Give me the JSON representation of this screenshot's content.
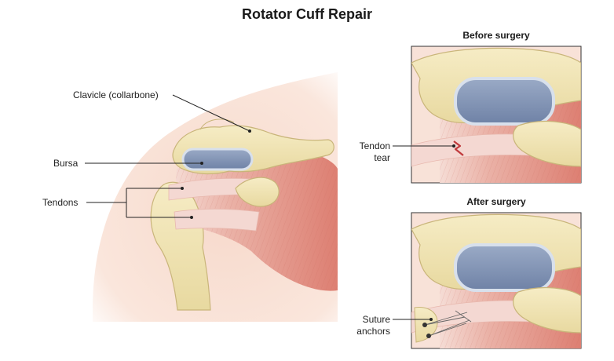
{
  "title": "Rotator Cuff Repair",
  "main_labels": {
    "clavicle": "Clavicle (collarbone)",
    "bursa": "Bursa",
    "tendons": "Tendons"
  },
  "panels": {
    "before": {
      "title": "Before surgery",
      "label_line1": "Tendon",
      "label_line2": "tear"
    },
    "after": {
      "title": "After surgery",
      "label_line1": "Suture",
      "label_line2": "anchors"
    }
  },
  "colors": {
    "bone": "#f0e4b4",
    "bone_edge": "#c9b57a",
    "bursa": "#8396b5",
    "bursa_edge": "#d8e0ec",
    "muscle": "#e0877a",
    "tendon": "#f4d8d2",
    "skin": "#f6ddd0",
    "tear": "#c0393b",
    "label": "#222222"
  }
}
